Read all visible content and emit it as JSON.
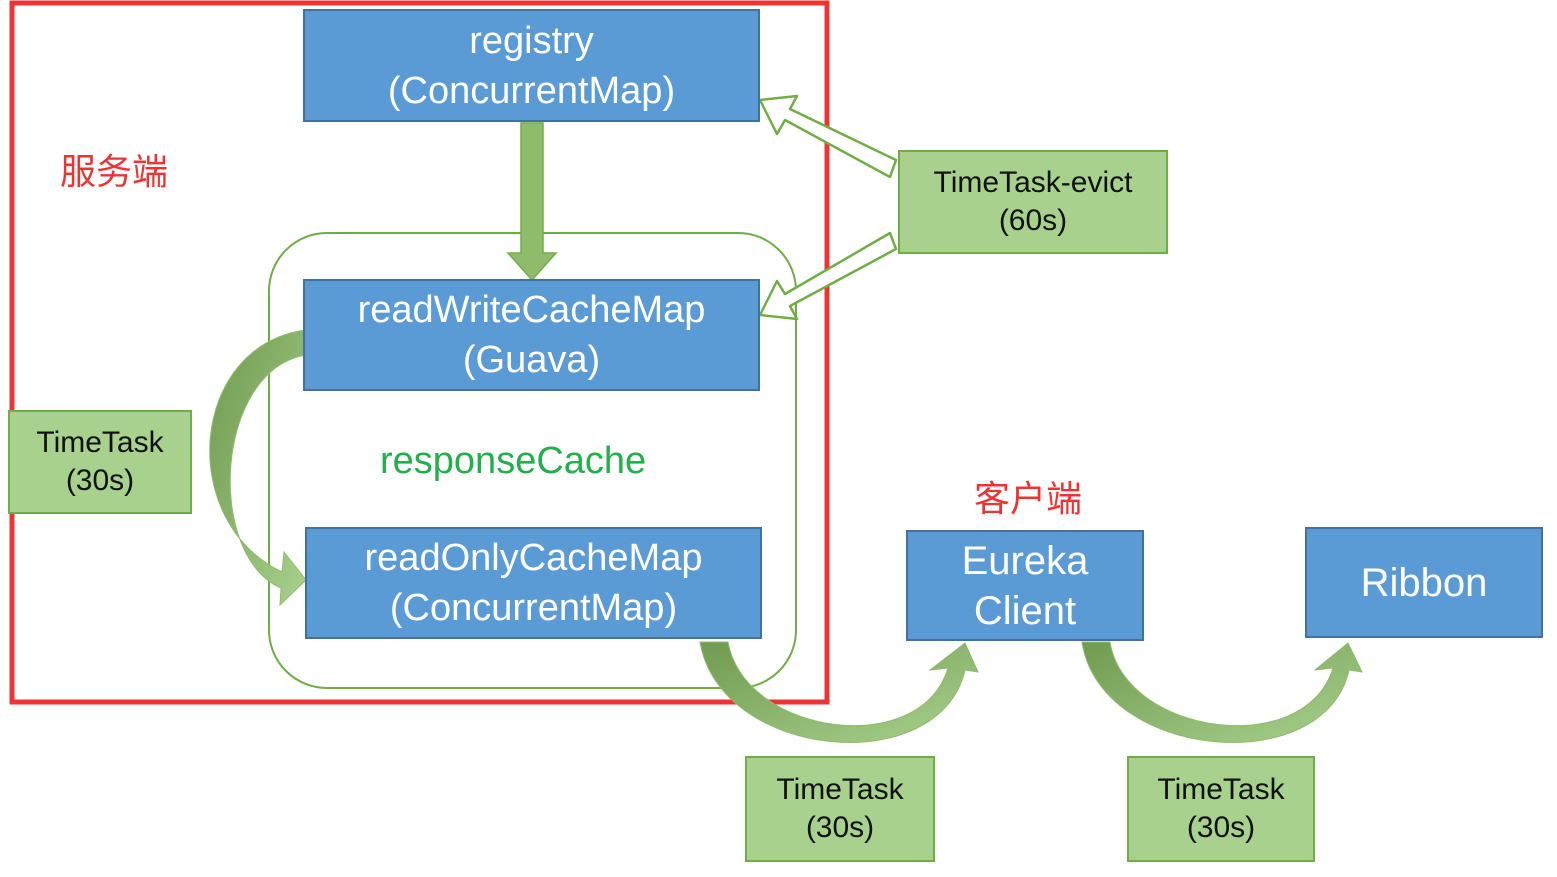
{
  "server_label": "服务端",
  "client_label": "客户端",
  "registry": {
    "line1": "registry",
    "line2": "(ConcurrentMap)"
  },
  "read_write_cache": {
    "line1": "readWriteCacheMap",
    "line2": "(Guava)"
  },
  "read_only_cache": {
    "line1": "readOnlyCacheMap",
    "line2": "(ConcurrentMap)"
  },
  "response_cache_label": "responseCache",
  "timetask_evict": {
    "line1": "TimeTask-evict",
    "line2": "(60s)"
  },
  "timetask_left": {
    "line1": "TimeTask",
    "line2": "(30s)"
  },
  "timetask_bottom_1": {
    "line1": "TimeTask",
    "line2": "(30s)"
  },
  "timetask_bottom_2": {
    "line1": "TimeTask",
    "line2": "(30s)"
  },
  "eureka_client": {
    "line1": "Eureka",
    "line2": "Client"
  },
  "ribbon": {
    "line1": "Ribbon"
  },
  "colors": {
    "server_border": "#ee3333",
    "node_blue": "#5b9bd5",
    "node_green": "#a9d18e",
    "arrow_green": "#8fbc6a"
  }
}
